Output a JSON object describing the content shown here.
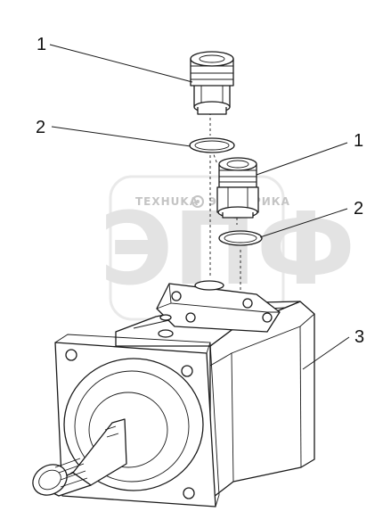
{
  "callouts": [
    {
      "label": "1"
    },
    {
      "label": "2"
    },
    {
      "label": "1"
    },
    {
      "label": "2"
    },
    {
      "label": "3"
    }
  ],
  "watermark": {
    "top_text": "TEXHUKA",
    "top_text_right": "ЭЛЕКТРИКА",
    "big_text": "ЭПФ"
  },
  "colors": {
    "line": "#1a1a1a",
    "watermark": "#e3e3e3"
  }
}
